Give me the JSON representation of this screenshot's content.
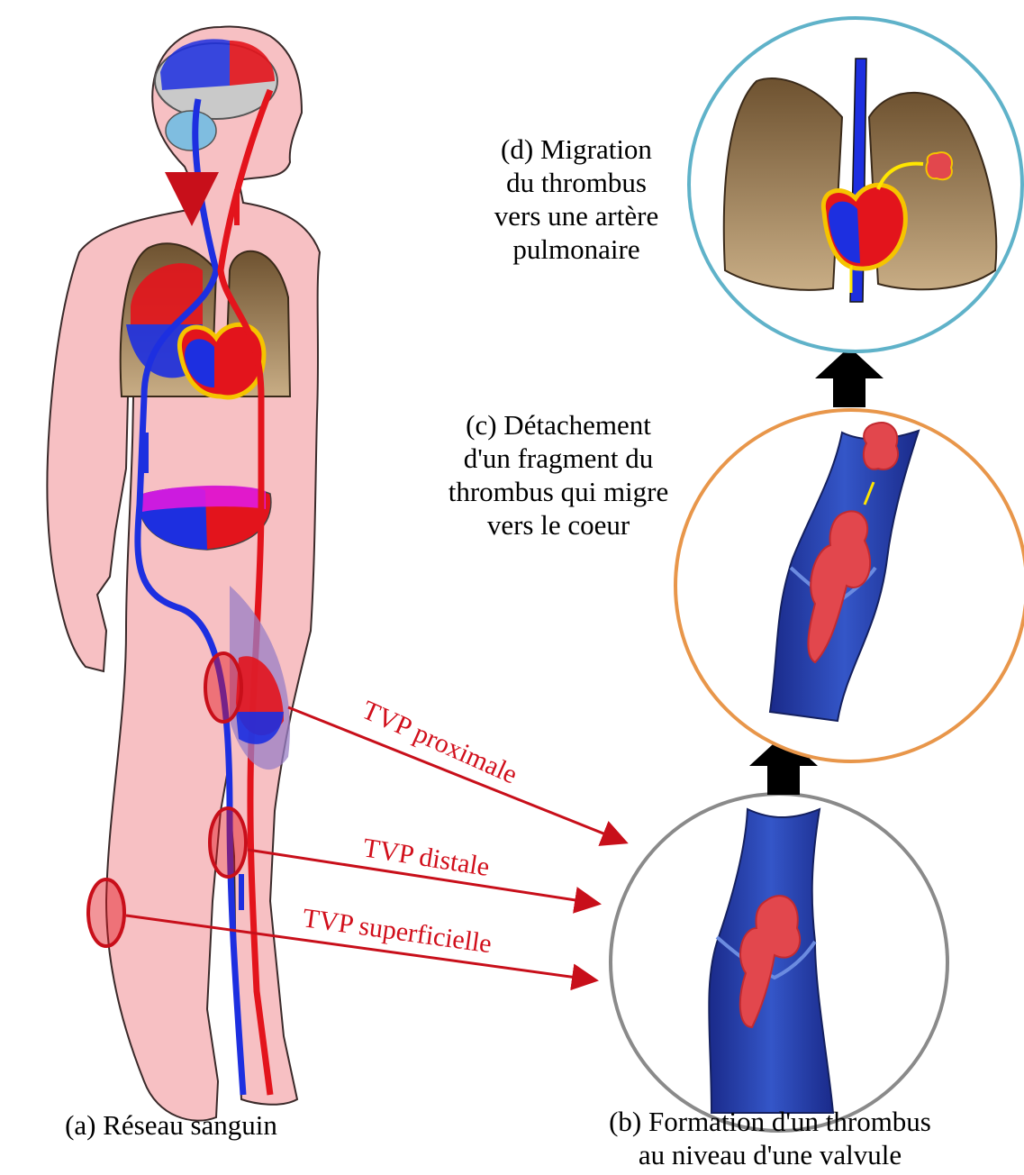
{
  "captions": {
    "a": "(a) Réseau sanguin",
    "b_line1": "(b) Formation d'un thrombus",
    "b_line2": "au niveau d'une valvule",
    "c_line1": "(c) Détachement",
    "c_line2": "d'un fragment du",
    "c_line3": "thrombus qui migre",
    "c_line4": "vers le coeur",
    "d_line1": "(d) Migration",
    "d_line2": "du thrombus",
    "d_line3": "vers une artère",
    "d_line4": "pulmonaire"
  },
  "tvp_labels": {
    "proximale": "TVP proximale",
    "distale": "TVP distale",
    "superficielle": "TVP superficielle"
  },
  "colors": {
    "skin": "#f7c0c3",
    "artery": "#e3141c",
    "vein": "#1d2fe0",
    "lung": "#7a5a33",
    "heart_outline": "#f5c400",
    "thrombus": "#e2474d",
    "circle_b": "#8a8a8a",
    "circle_c": "#e8964a",
    "circle_d": "#5fb2c9",
    "pointer": "#c80f1a"
  }
}
